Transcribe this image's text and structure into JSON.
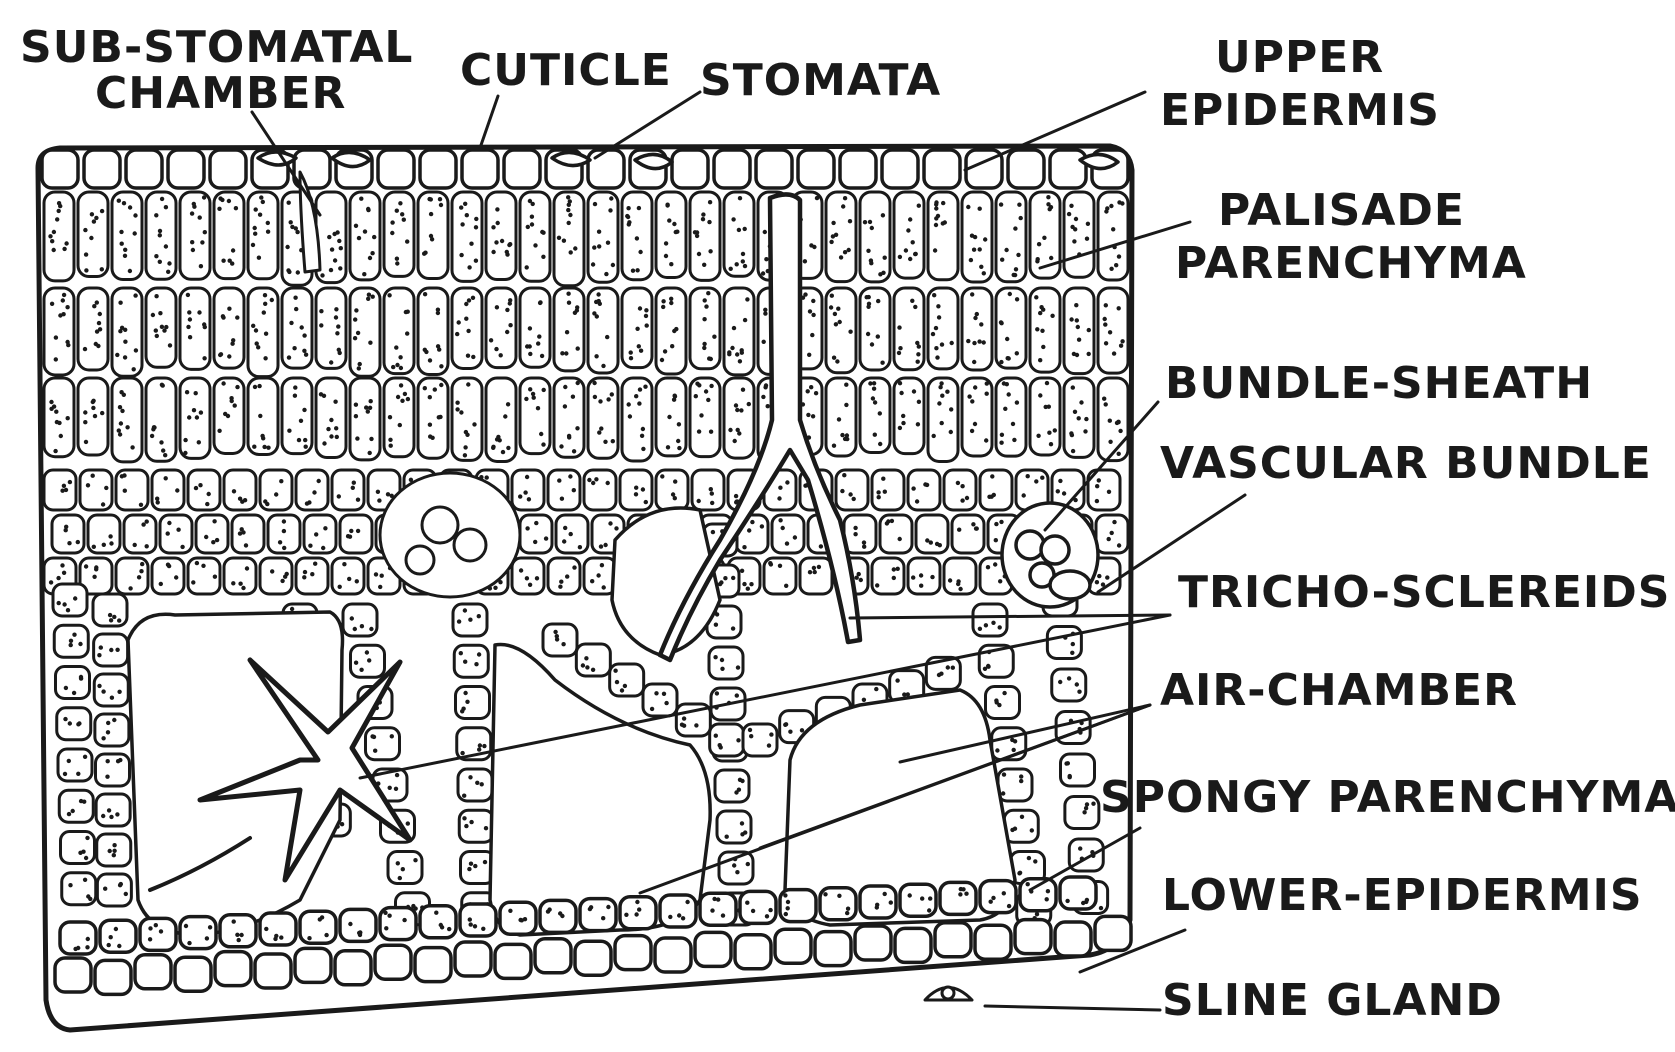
{
  "labels": {
    "sub_stomatal_chamber": [
      "SUB-STOMATAL",
      "CHAMBER"
    ],
    "cuticle": "CUTICLE",
    "stomata": "STOMATA",
    "upper_epidermis": [
      "UPPER",
      "EPIDERMIS"
    ],
    "palisade_parenchyma": [
      "PALISADE",
      "PARENCHYMA"
    ],
    "bundle_sheath": "BUNDLE-SHEATH",
    "vascular_bundle": "VASCULAR BUNDLE",
    "tricho_sclereids": "TRICHO-SCLEREIDS",
    "air_chamber": "AIR-CHAMBER",
    "spongy_parenchyma": "SPONGY PARENCHYMA",
    "lower_epidermis": "LOWER-EPIDERMIS",
    "sline_gland": "SLINE GLAND"
  }
}
